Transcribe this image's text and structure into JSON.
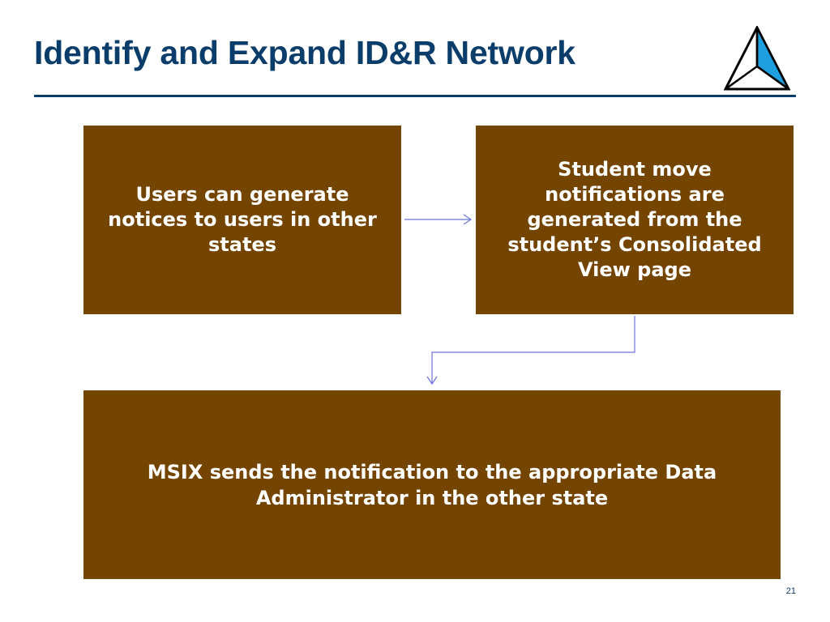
{
  "slide": {
    "title": "Identify and Expand ID&R Network",
    "page_number": "21",
    "logo_icon": "triangle-logo-icon"
  },
  "flow": {
    "boxes": [
      {
        "id": "box1",
        "text": "Users can generate notices to users in other states"
      },
      {
        "id": "box2",
        "text": "Student move notifications are generated from the student’s Consolidated View page"
      },
      {
        "id": "box3",
        "text": "MSIX sends the notification to the appropriate Data Administrator in the other state"
      }
    ],
    "connectors": [
      {
        "from": "box1",
        "to": "box2"
      },
      {
        "from": "box2",
        "to": "box3"
      }
    ]
  },
  "colors": {
    "title": "#0b3d6b",
    "box_fill": "#744500",
    "box_text": "#ffffff",
    "connector": "#6b73d8",
    "logo_accent": "#1ea0e0"
  }
}
